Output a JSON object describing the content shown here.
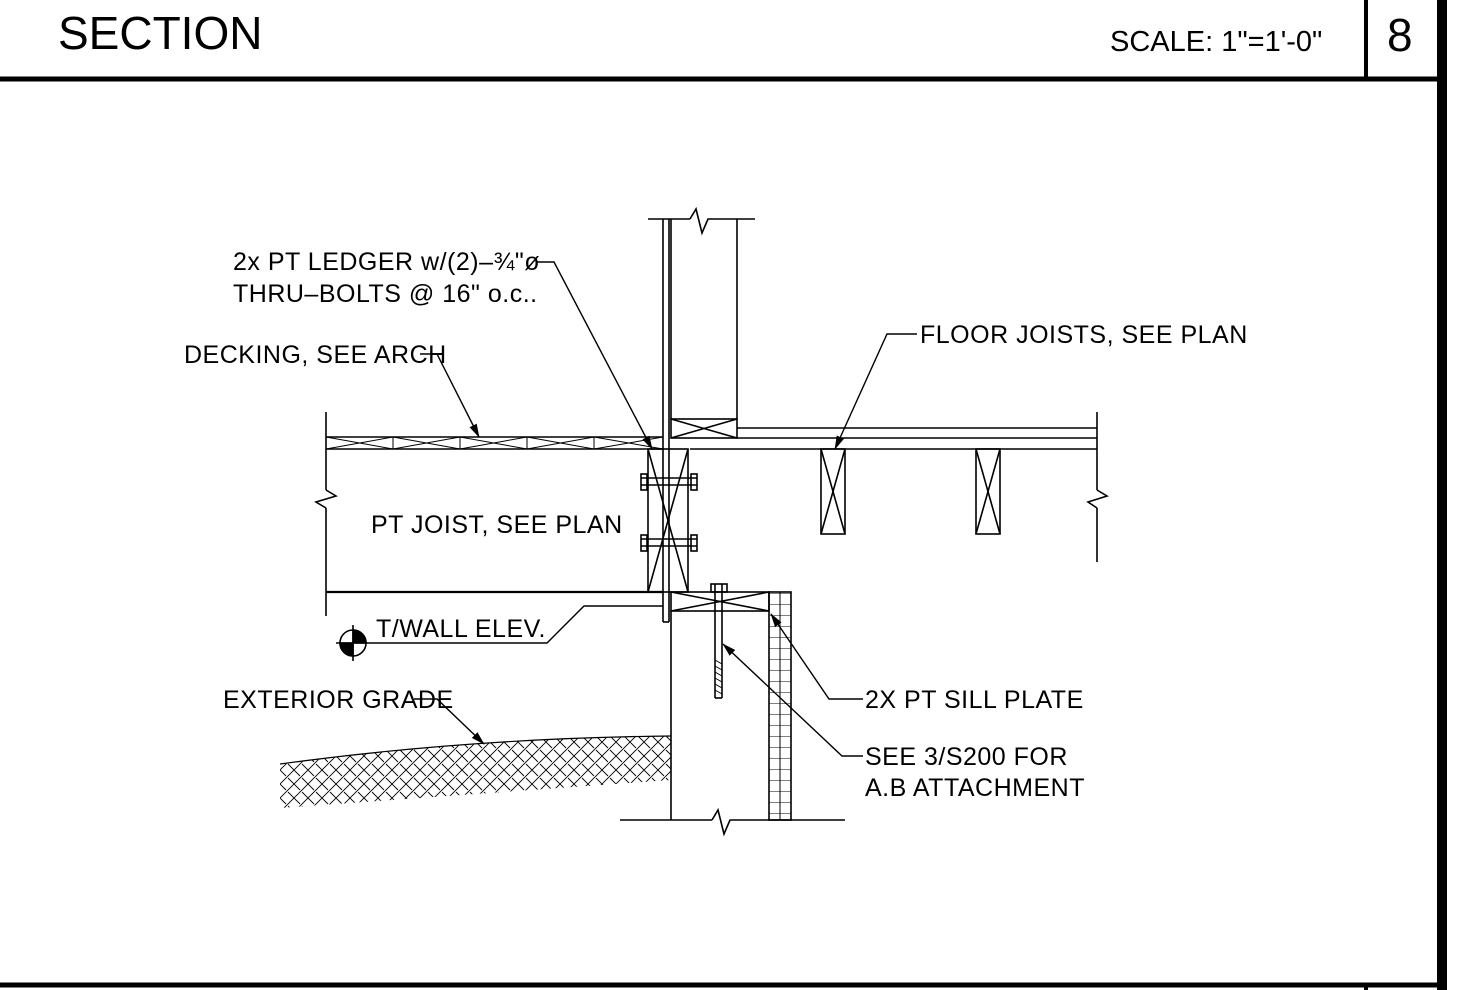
{
  "header": {
    "title": "SECTION",
    "scale": "SCALE:  1\"=1'-0\"",
    "detail_number": "8"
  },
  "labels": {
    "ledger_line1": "2x PT LEDGER w/(2)–¾\"ø",
    "ledger_line2": "THRU–BOLTS @ 16\" o.c..",
    "decking": "DECKING, SEE ARCH",
    "floor_joists": "FLOOR JOISTS, SEE PLAN",
    "pt_joist": "PT JOIST, SEE PLAN",
    "twall": "T/WALL ELEV.",
    "exterior_grade": "EXTERIOR GRADE",
    "sill_plate": "2X PT SILL PLATE",
    "anchor_line1": "SEE 3/S200 FOR",
    "anchor_line2": "A.B ATTACHMENT"
  }
}
